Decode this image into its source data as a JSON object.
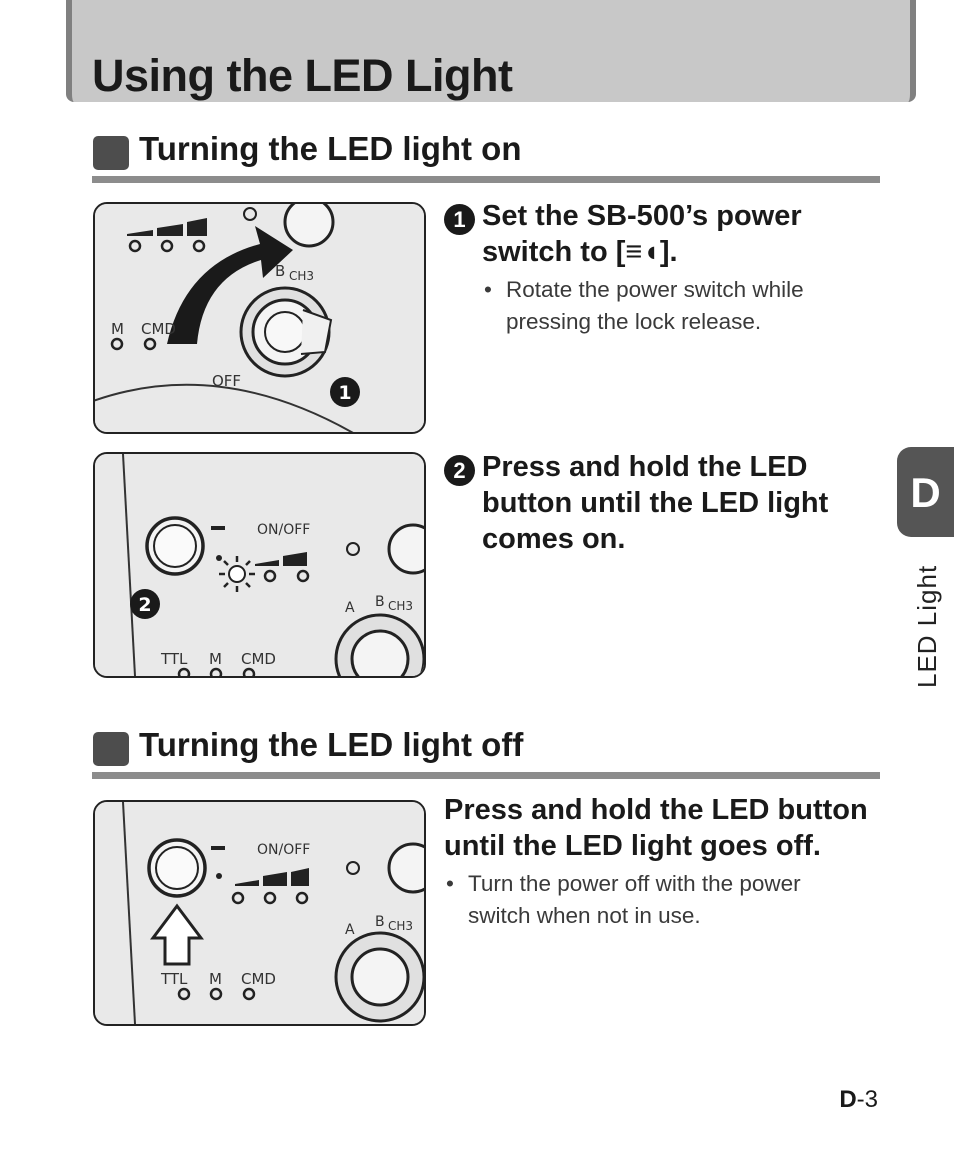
{
  "page": {
    "title": "Using the LED Light",
    "tab_letter": "D",
    "side_label": "LED Light",
    "page_number_prefix": "D",
    "page_number_suffix": "-3"
  },
  "section_on": {
    "heading": "Turning the LED light on",
    "step1": {
      "number": "1",
      "heading": "Set the SB-500’s power switch to [≡◖].",
      "bullet": "Rotate the power switch while pressing the lock release."
    },
    "step2": {
      "number": "2",
      "heading": "Press and hold the LED button until the LED light comes on."
    }
  },
  "section_off": {
    "heading": "Turning the LED light off",
    "step": {
      "heading": "Press and hold the LED button until the LED light goes off.",
      "bullet": "Turn the power off with the power switch when not in use."
    }
  },
  "illustration_labels": {
    "m": "M",
    "cmd": "CMD",
    "ttl": "TTL",
    "off": "OFF",
    "a": "A",
    "b": "B",
    "ch3": "CH3",
    "on_off": "ON/OFF",
    "callout1": "1",
    "callout2": "2"
  }
}
